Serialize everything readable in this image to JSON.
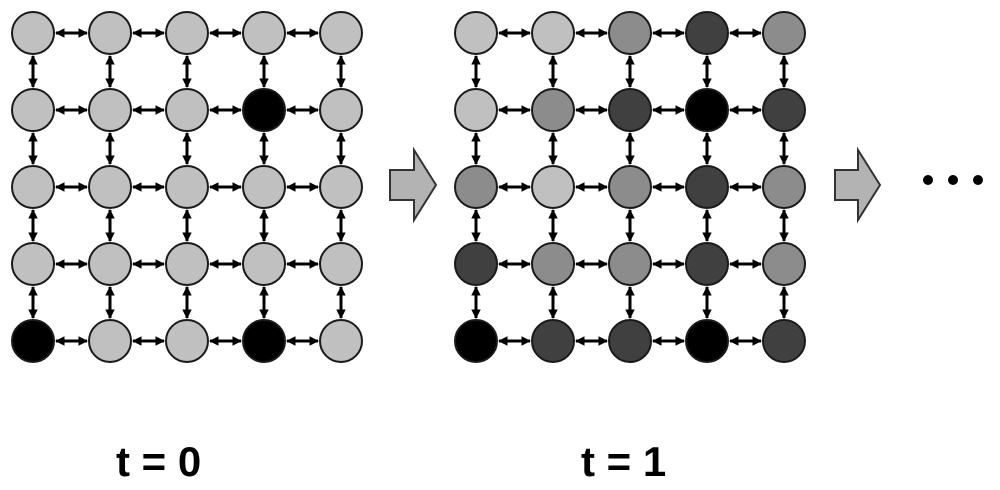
{
  "colors": {
    "light": "#c0c0c0",
    "medium": "#8c8c8c",
    "dark": "#404040",
    "black": "#000000",
    "stroke": "#1a1a1a",
    "arrow_fill": "#b3b3b3"
  },
  "grids": [
    {
      "label": "t = 0",
      "cells": [
        [
          "light",
          "light",
          "light",
          "light",
          "light"
        ],
        [
          "light",
          "light",
          "light",
          "black",
          "light"
        ],
        [
          "light",
          "light",
          "light",
          "light",
          "light"
        ],
        [
          "light",
          "light",
          "light",
          "light",
          "light"
        ],
        [
          "black",
          "light",
          "light",
          "black",
          "light"
        ]
      ]
    },
    {
      "label": "t = 1",
      "cells": [
        [
          "light",
          "light",
          "medium",
          "dark",
          "medium"
        ],
        [
          "light",
          "medium",
          "dark",
          "black",
          "dark"
        ],
        [
          "medium",
          "light",
          "medium",
          "dark",
          "medium"
        ],
        [
          "dark",
          "medium",
          "medium",
          "dark",
          "medium"
        ],
        [
          "black",
          "dark",
          "dark",
          "black",
          "dark"
        ]
      ]
    }
  ],
  "continuation": "···"
}
